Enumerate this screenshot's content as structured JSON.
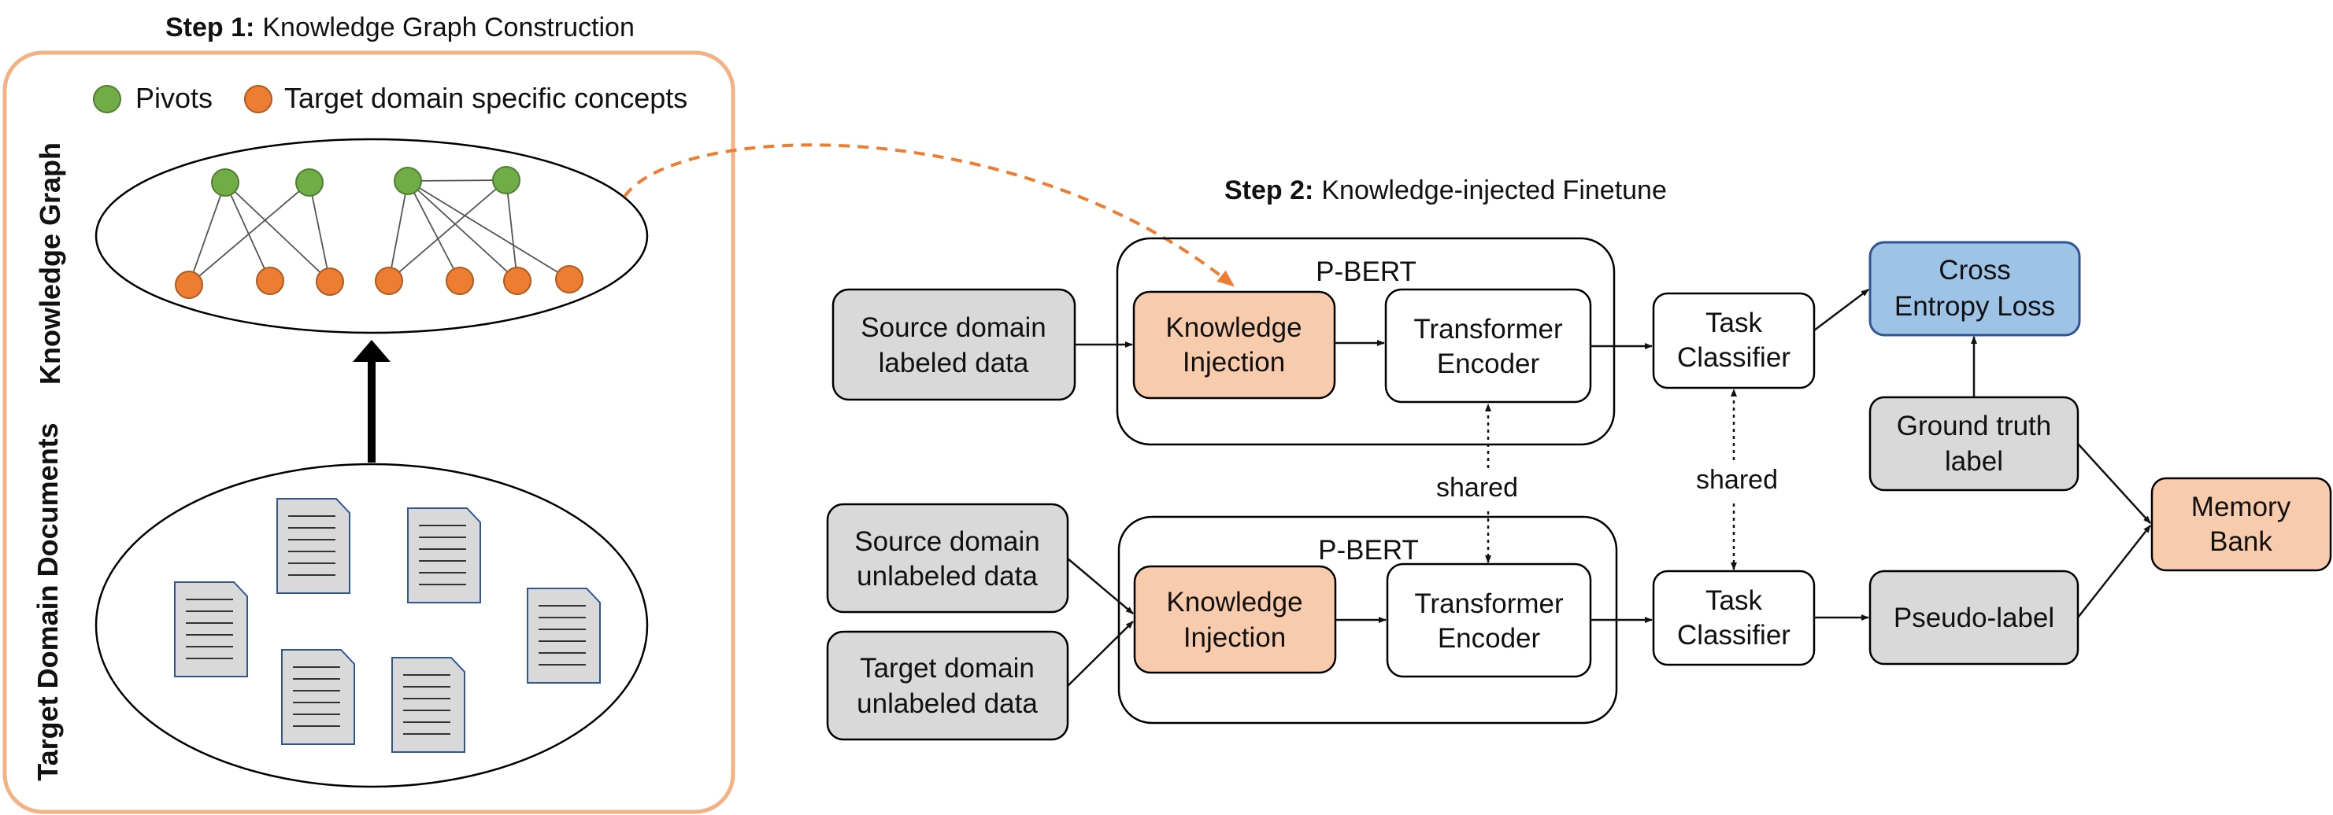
{
  "step1": {
    "prefix": "Step 1:",
    "title": "Knowledge Graph Construction"
  },
  "step2": {
    "prefix": "Step 2:",
    "title": "Knowledge-injected Finetune"
  },
  "legend": {
    "pivots": "Pivots",
    "target_concepts": "Target domain specific concepts"
  },
  "vertical_labels": {
    "knowledge_graph": "Knowledge Graph",
    "target_documents": "Target Domain Documents"
  },
  "top_branch": {
    "source_labeled": [
      "Source domain",
      "labeled data"
    ],
    "pbert": "P-BERT",
    "knowledge_injection": [
      "Knowledge",
      "Injection"
    ],
    "transformer_encoder": [
      "Transformer",
      "Encoder"
    ],
    "task_classifier": [
      "Task",
      "Classifier"
    ],
    "cross_entropy": [
      "Cross",
      "Entropy Loss"
    ],
    "ground_truth": [
      "Ground truth",
      "label"
    ]
  },
  "bottom_branch": {
    "source_unlabeled": [
      "Source domain",
      "unlabeled data"
    ],
    "target_unlabeled": [
      "Target domain",
      "unlabeled data"
    ],
    "pbert": "P-BERT",
    "knowledge_injection": [
      "Knowledge",
      "Injection"
    ],
    "transformer_encoder": [
      "Transformer",
      "Encoder"
    ],
    "task_classifier": [
      "Task",
      "Classifier"
    ],
    "pseudo_label": "Pseudo-label",
    "memory_bank": [
      "Memory",
      "Bank"
    ]
  },
  "shared_labels": {
    "encoder": "shared",
    "classifier": "shared"
  },
  "colors": {
    "pivot": "#70ad47",
    "concept": "#ed7d31",
    "orange_border": "#f4b183",
    "gray_fill": "#d9d9d9",
    "orange_fill": "#f8cbad",
    "blue_fill": "#9dc3e6",
    "blue_border": "#2f5597"
  }
}
